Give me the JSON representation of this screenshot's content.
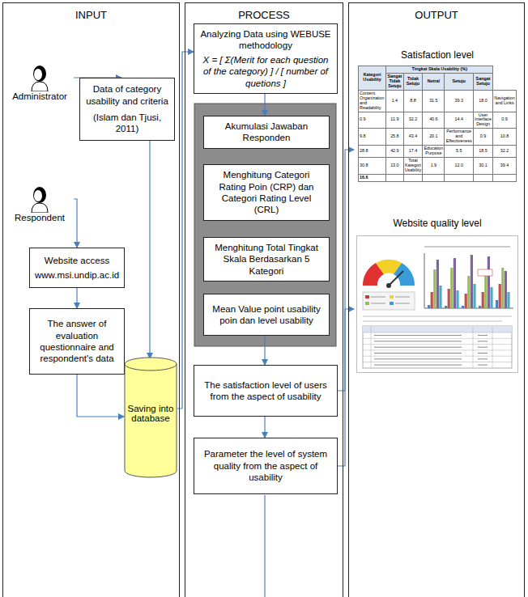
{
  "diagram": {
    "nodes": [
      {
        "text": [
          "INPUT"
        ]
      },
      {
        "text": [
          "Administrator"
        ],
        "in": 0
      },
      {
        "text": [
          "Data of category usability and criteria",
          "(Islam dan Tjusi, 2011)"
        ],
        "in": 0
      },
      {
        "text": [
          "Respondent"
        ],
        "in": 0
      },
      {
        "text": [
          "Website access",
          "www.msi.undip.ac.id"
        ],
        "in": 0
      },
      {
        "text": [
          "The answer of evaluation questionnaire and respondent's data"
        ],
        "in": 0
      },
      {
        "text": [
          "Saving into database"
        ],
        "in": 0
      },
      {
        "text": [
          "PROCESS"
        ]
      },
      {
        "text": [
          "Analyzing Data using WEBUSE methodology",
          "X = [ Σ(Merit for each question of the category) ] / [ number of quetions ]"
        ],
        "in": 7
      },
      {
        "text": [
          "Akumulasi Jawaban Responden"
        ],
        "in": 7
      },
      {
        "text": [
          "Menghitung Categori Rating Poin (CRP) dan Categori Rating Level (CRL)"
        ],
        "in": 7
      },
      {
        "text": [
          "Menghitung Total Tingkat Skala Berdasarkan 5 Kategori"
        ],
        "in": 7
      },
      {
        "text": [
          "Mean Value point usability poin dan level usability"
        ],
        "in": 7
      },
      {
        "text": [
          "The satisfaction level of users from the aspect of usability"
        ],
        "in": 7
      },
      {
        "text": [
          "Parameter the level of system quality from the aspect of usability"
        ],
        "in": 7
      },
      {
        "text": [
          "OUTPUT"
        ]
      },
      {
        "text": [
          "Satisfaction level"
        ],
        "in": 15
      },
      {
        "text": [
          "Website quality level"
        ],
        "in": 15
      }
    ],
    "edges": [
      {
        "from": 1,
        "to": 2,
        "arrow": "to"
      },
      {
        "from": 2,
        "to": 6,
        "arrow": "to"
      },
      {
        "from": 3,
        "to": 4,
        "arrow": "to"
      },
      {
        "from": 4,
        "to": 5,
        "arrow": "to"
      },
      {
        "from": 5,
        "to": 6,
        "arrow": "to"
      },
      {
        "from": 6,
        "to": 8,
        "arrow": "to"
      },
      {
        "from": 8,
        "to": 9,
        "arrow": "to"
      },
      {
        "from": 12,
        "to": 13,
        "arrow": "to"
      },
      {
        "from": 13,
        "to": 14,
        "arrow": "to"
      },
      {
        "from": 13,
        "to": 16,
        "arrow": "to"
      },
      {
        "from": 14,
        "to": 17,
        "arrow": "to"
      }
    ],
    "labels": [
      "Kategori Usability",
      "Tingkat Skala Usability (%)",
      "Sangat Tidak Setuju",
      "Tidak Setuju",
      "Netral",
      "Setuju",
      "Sangat Setuju",
      "Content, Organization and Readability",
      "1.4",
      "8.8",
      "31.5",
      "39.3",
      "18.0",
      "Navigation and Links",
      "0.9",
      "11.9",
      "32.2",
      "40.6",
      "14.4",
      "User Interface Design",
      "0.9",
      "9.8",
      "25.8",
      "43.4",
      "20.1",
      "Performance and Effectiveness",
      "0.9",
      "10.8",
      "28.8",
      "42.9",
      "17.4",
      "Education Purpose",
      "5.5",
      "18.5",
      "32.2",
      "30.8",
      "13.0",
      "Total Kategori Usability",
      "1.9",
      "12.0",
      "30.1",
      "39.4",
      "16.6"
    ]
  }
}
